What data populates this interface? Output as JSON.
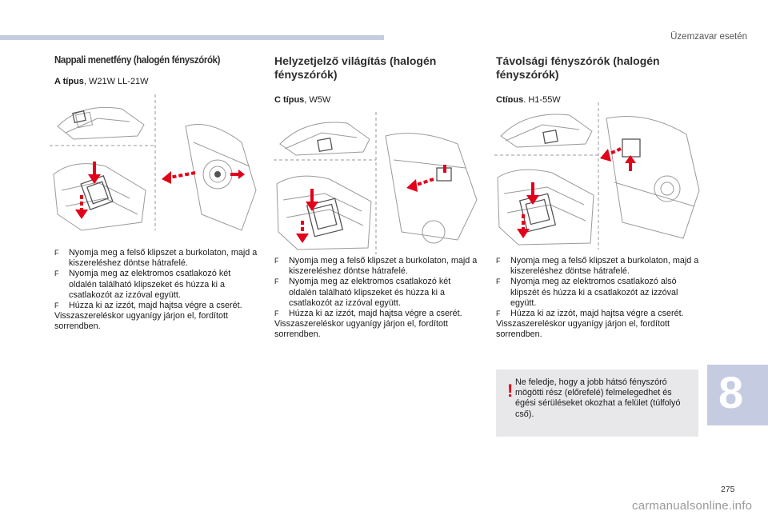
{
  "header": {
    "section_title": "Üzemzavar esetén"
  },
  "columns": [
    {
      "title": "Nappali menetfény (halogén fényszórók)",
      "type_label": "A típus",
      "type_value": ", W21W LL-21W",
      "steps": [
        "Nyomja meg a felső klipszet a burkolaton, majd a kiszereléshez döntse hátrafelé.",
        "Nyomja meg az elektromos csatlakozó két oldalén található klipszeket és húzza ki a csatlakozót az izzóval együtt.",
        "Húzza ki az izzót, majd hajtsa végre a cserét."
      ],
      "footer": "Visszaszereléskor ugyanígy járjon el, fordított sorrendben."
    },
    {
      "title": "Helyzetjelző világítás (halogén fényszórók)",
      "type_label": "C típus",
      "type_value": ", W5W",
      "steps": [
        "Nyomja meg a felső klipszet a burkolaton, majd a kiszereléshez döntse hátrafelé.",
        "Nyomja meg az elektromos csatlakozó két oldalén található klipszeket és húzza ki a csatlakozót az izzóval együtt.",
        "Húzza ki az izzót, majd hajtsa végre a cserét."
      ],
      "footer": "Visszaszereléskor ugyanígy járjon el, fordított sorrendben."
    },
    {
      "title": "Távolsági fényszórók (halogén fényszórók)",
      "type_label": "Ctípus",
      "type_value": ", H1-55W",
      "steps": [
        "Nyomja meg a felső klipszet a burkolaton, majd a kiszereléshez döntse hátrafelé.",
        "Nyomja meg az elektromos csatlakozó alsó klipszét és húzza ki a csatlakozót az izzóval együtt.",
        "Húzza ki az izzót, majd hajtsa végre a cserét."
      ],
      "footer": "Visszaszereléskor ugyanígy járjon el, fordított sorrendben."
    }
  ],
  "note": {
    "icon": "warning-exclamation-icon",
    "text": "Ne feledje, hogy a jobb hátsó fényszóró mögötti rész (előrefelé) felmelegedhet és égési sérüléseket okozhat a felület (túlfolyó cső)."
  },
  "chapter_number": "8",
  "page_number": "275",
  "watermark": "carmanualsonline.info",
  "colors": {
    "accent": "#c5cbe0",
    "arrow_red": "#e2001a",
    "warning": "#e2001a"
  },
  "bullet_glyph": "F"
}
